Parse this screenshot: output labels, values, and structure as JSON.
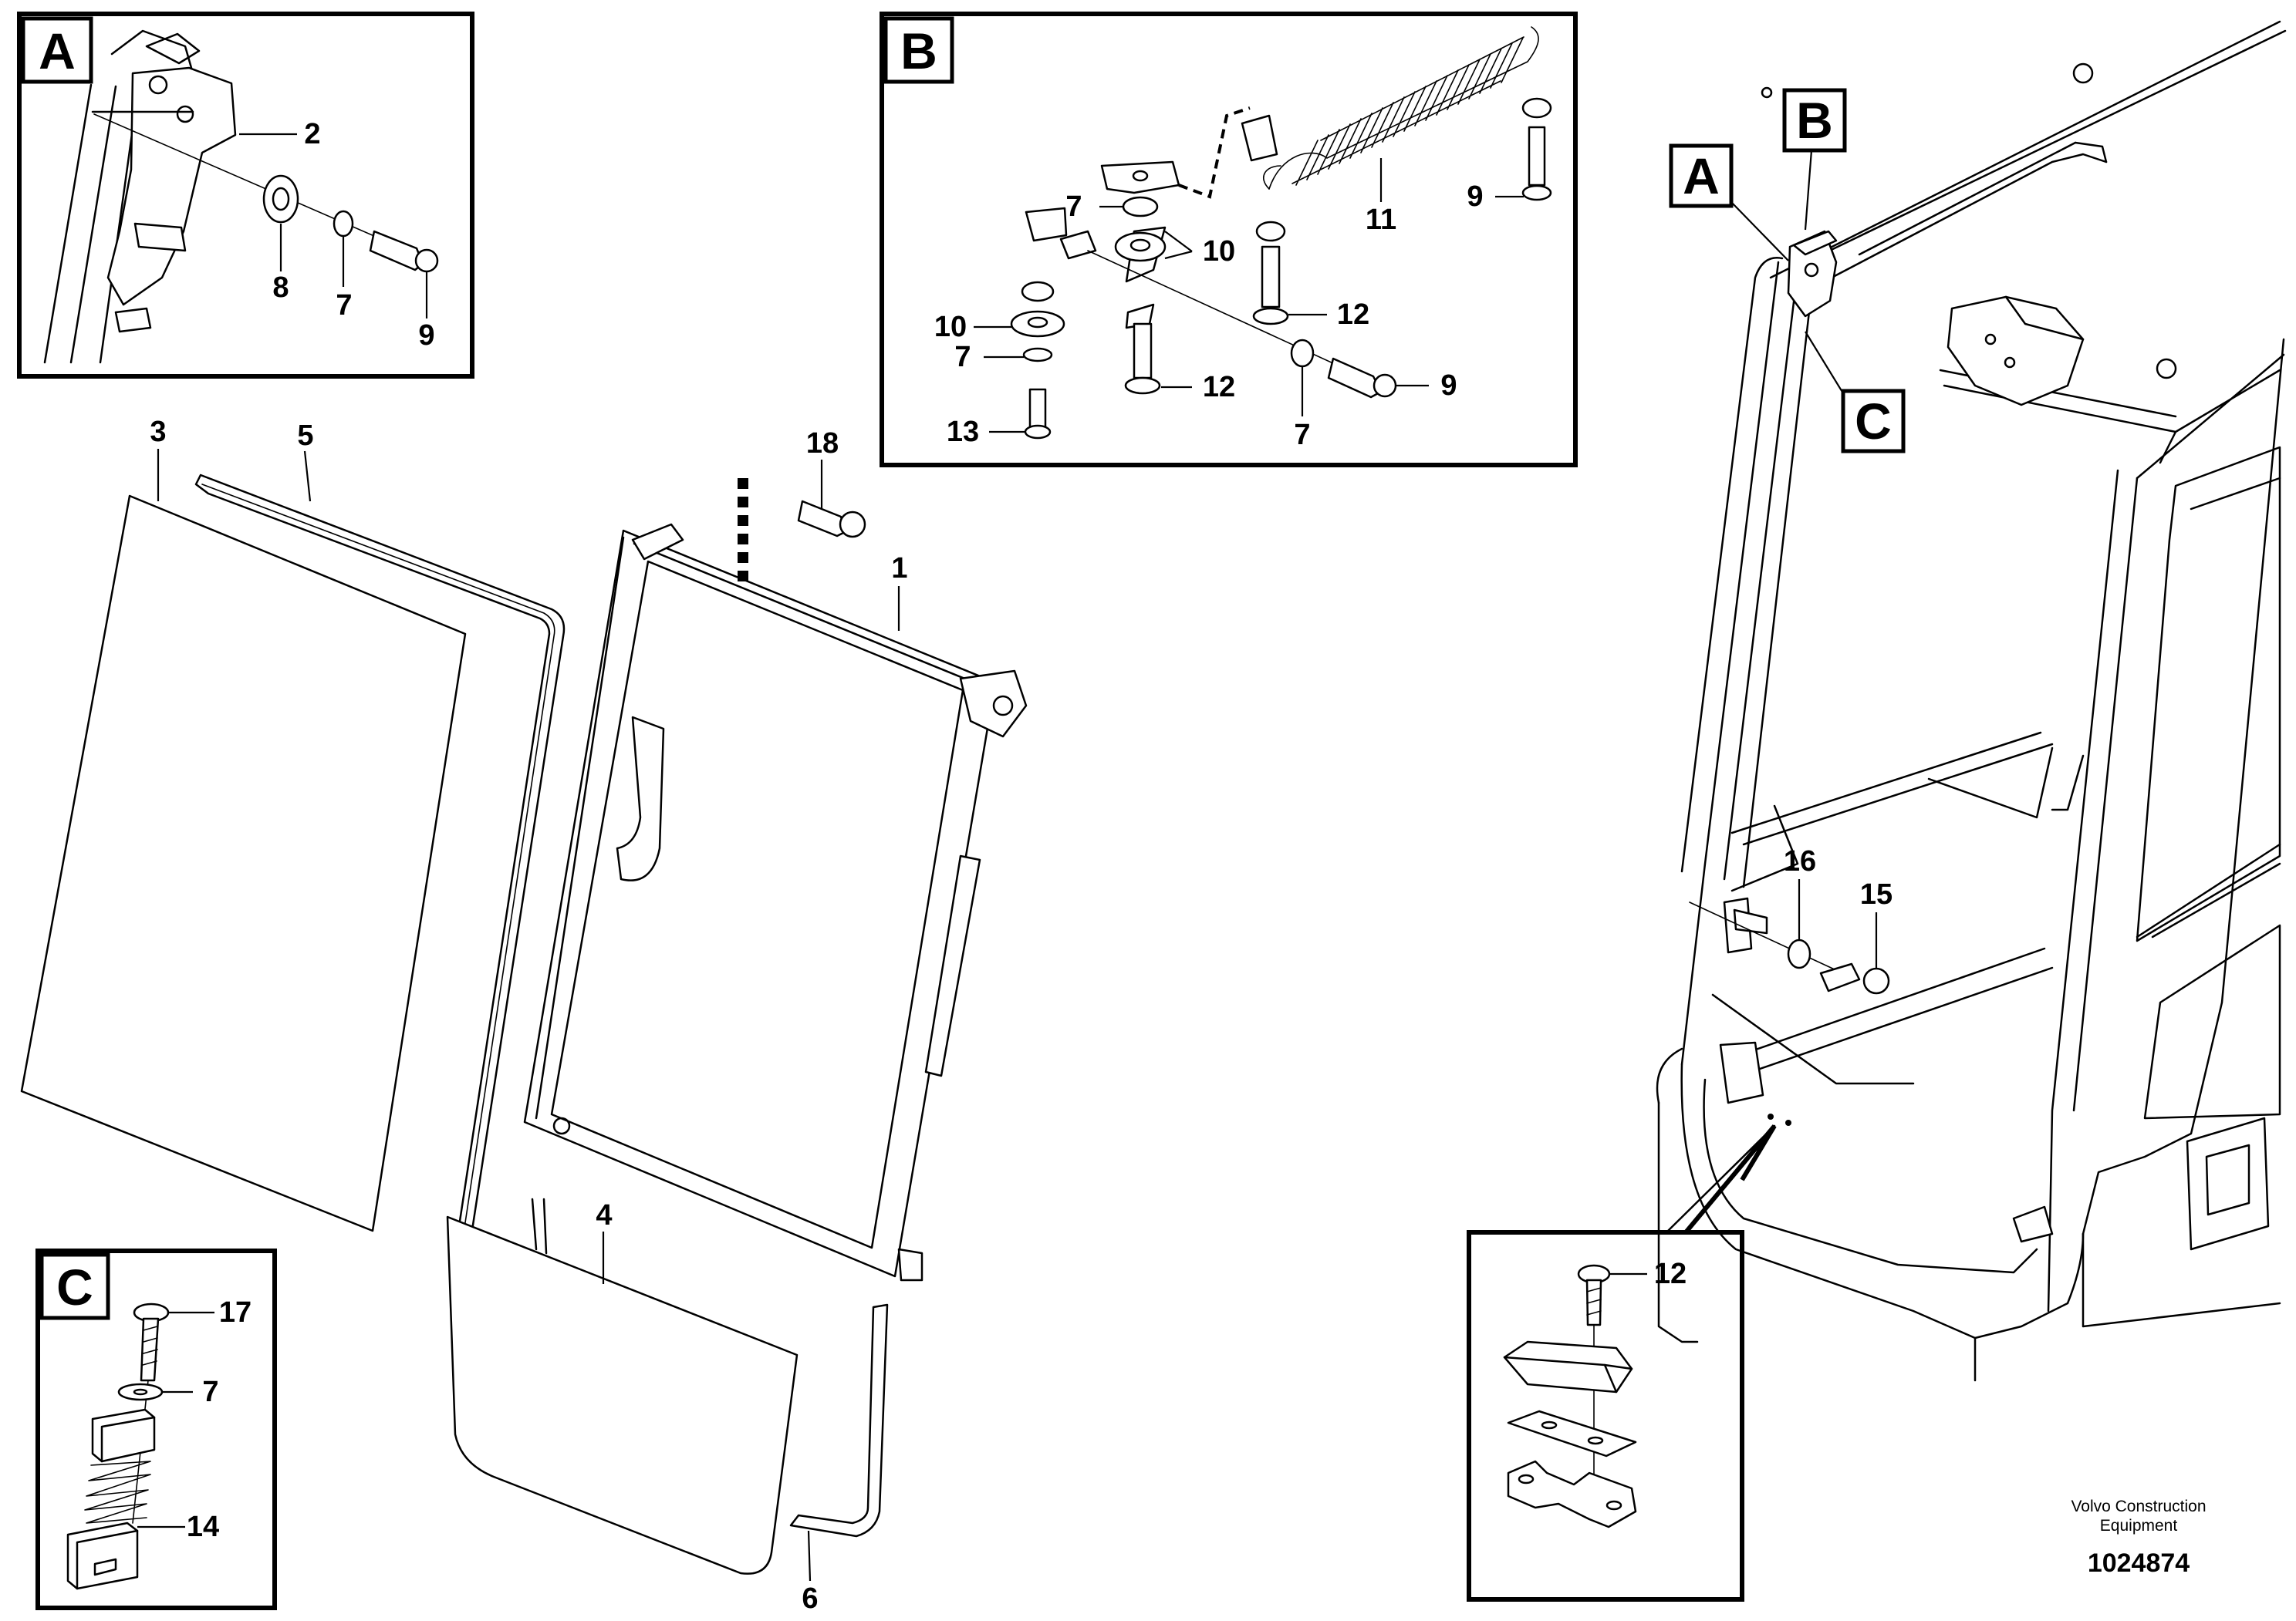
{
  "detail_tags": {
    "A": "A",
    "B": "B",
    "C": "C"
  },
  "callouts": {
    "a_2": "2",
    "a_8": "8",
    "a_7": "7",
    "a_9": "9",
    "b_7a": "7",
    "b_10a": "10",
    "b_7b": "7",
    "b_13": "13",
    "b_10b": "10",
    "b_12a": "12",
    "b_12b": "12",
    "b_11": "11",
    "b_9a": "9",
    "b_9b": "9",
    "b_7c": "7",
    "m_3": "3",
    "m_5": "5",
    "m_18": "18",
    "m_1": "1",
    "m_4": "4",
    "m_6": "6",
    "c_17": "17",
    "c_7": "7",
    "c_14": "14",
    "r_16": "16",
    "r_15": "15",
    "r_12": "12"
  },
  "footer": {
    "brand_line1": "Volvo Construction",
    "brand_line2": "Equipment",
    "doc_number": "1024874"
  }
}
